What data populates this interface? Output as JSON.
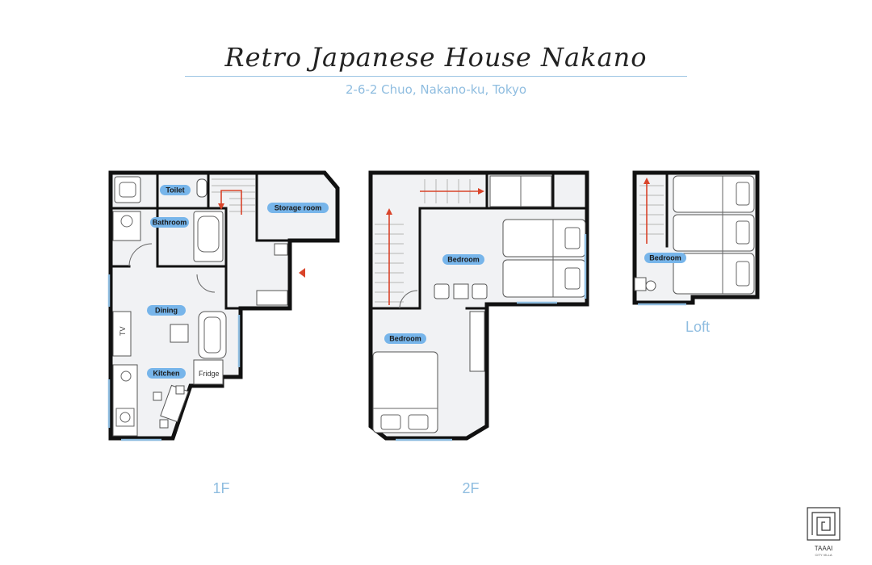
{
  "title": "Retro Japanese House Nakano",
  "address": "2-6-2 Chuo, Nakano-ku, Tokyo",
  "floors": {
    "first": {
      "label": "1F",
      "rooms": {
        "toilet": "Toilet",
        "bathroom": "Bathroom",
        "storage": "Storage room",
        "dining": "Dining",
        "kitchen": "Kitchen"
      },
      "fixtures": {
        "tv": "TV",
        "fridge": "Fridge"
      }
    },
    "second": {
      "label": "2F",
      "rooms": {
        "bedroom_upper": "Bedroom",
        "bedroom_lower": "Bedroom"
      }
    },
    "loft": {
      "label": "Loft",
      "rooms": {
        "bedroom": "Bedroom"
      }
    }
  },
  "logo": {
    "name": "TAAAI",
    "sub": "CITY VILLA"
  },
  "colors": {
    "accent_blue": "#77b5ea",
    "floor_label": "#8fbde0",
    "stair_arrow": "#d9442a"
  }
}
